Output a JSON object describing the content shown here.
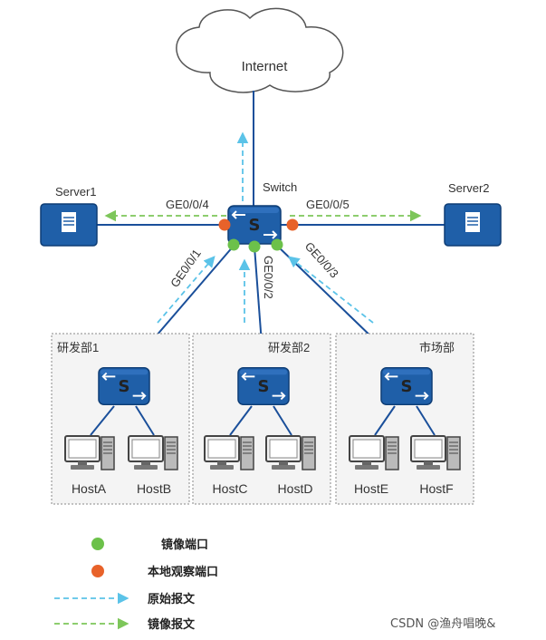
{
  "internet_label": "Internet",
  "switch_label": "Switch",
  "servers": [
    "Server1",
    "Server2"
  ],
  "ports": {
    "ge4": "GE0/0/4",
    "ge5": "GE0/0/5",
    "ge1": "GE0/0/1",
    "ge2": "GE0/0/2",
    "ge3": "GE0/0/3"
  },
  "switch_icon_text": "S",
  "departments": [
    "研发部1",
    "研发部2",
    "市场部"
  ],
  "hosts": [
    "HostA",
    "HostB",
    "HostC",
    "HostD",
    "HostE",
    "HostF"
  ],
  "legend": {
    "mirror_port": "镜像端口",
    "local_observe_port": "本地观察端口",
    "original_packet": "原始报文",
    "mirror_packet": "镜像报文"
  },
  "watermark": "CSDN @渔舟唱晚&",
  "colors": {
    "device_blue": "#1f5fa8",
    "link_blue": "#1a4f9a",
    "mirror_green": "#6cc14a",
    "observe_orange": "#e8622a",
    "original_arrow": "#5bc3e8",
    "mirror_arrow": "#7dc65a"
  }
}
